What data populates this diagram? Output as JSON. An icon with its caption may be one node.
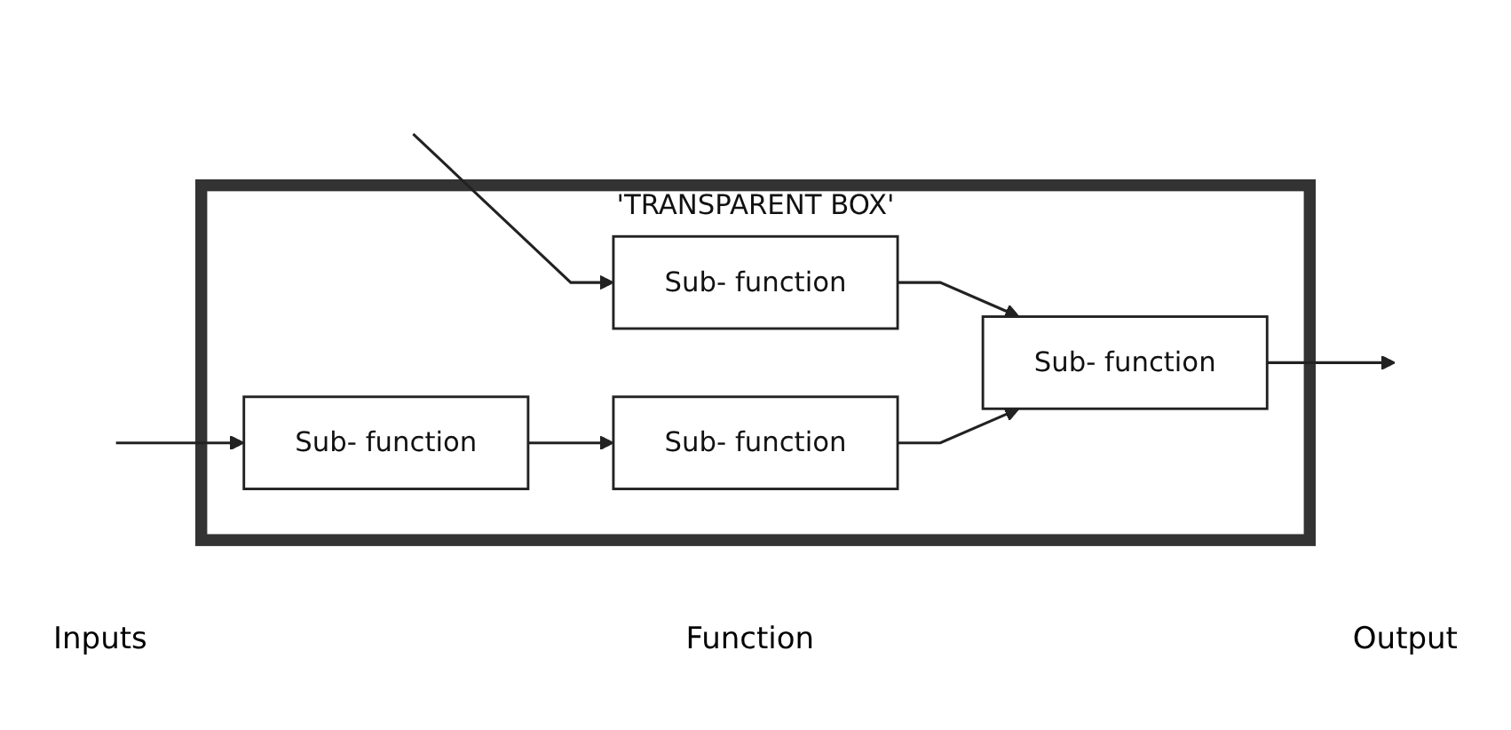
{
  "diagram": {
    "nodes": [
      {
        "text": [
          "'TRANSPARENT BOX'"
        ]
      },
      {
        "text": [
          "Sub- function"
        ],
        "in": 0
      },
      {
        "text": [
          "Sub- function"
        ],
        "in": 0
      },
      {
        "text": [
          "Sub- function"
        ],
        "in": 0
      },
      {
        "text": [
          "Sub- function"
        ],
        "in": 0
      }
    ],
    "edges": [
      {
        "from": null,
        "to": 1,
        "arrow": "to"
      },
      {
        "from": null,
        "to": 3,
        "arrow": "to"
      },
      {
        "from": 3,
        "to": 4,
        "arrow": "to"
      },
      {
        "from": 1,
        "to": 2,
        "arrow": "to"
      },
      {
        "from": 4,
        "to": 2,
        "arrow": "to"
      },
      {
        "from": 2,
        "to": null,
        "arrow": "to"
      }
    ],
    "labels": [
      "Inputs",
      "Function",
      "Output"
    ]
  }
}
